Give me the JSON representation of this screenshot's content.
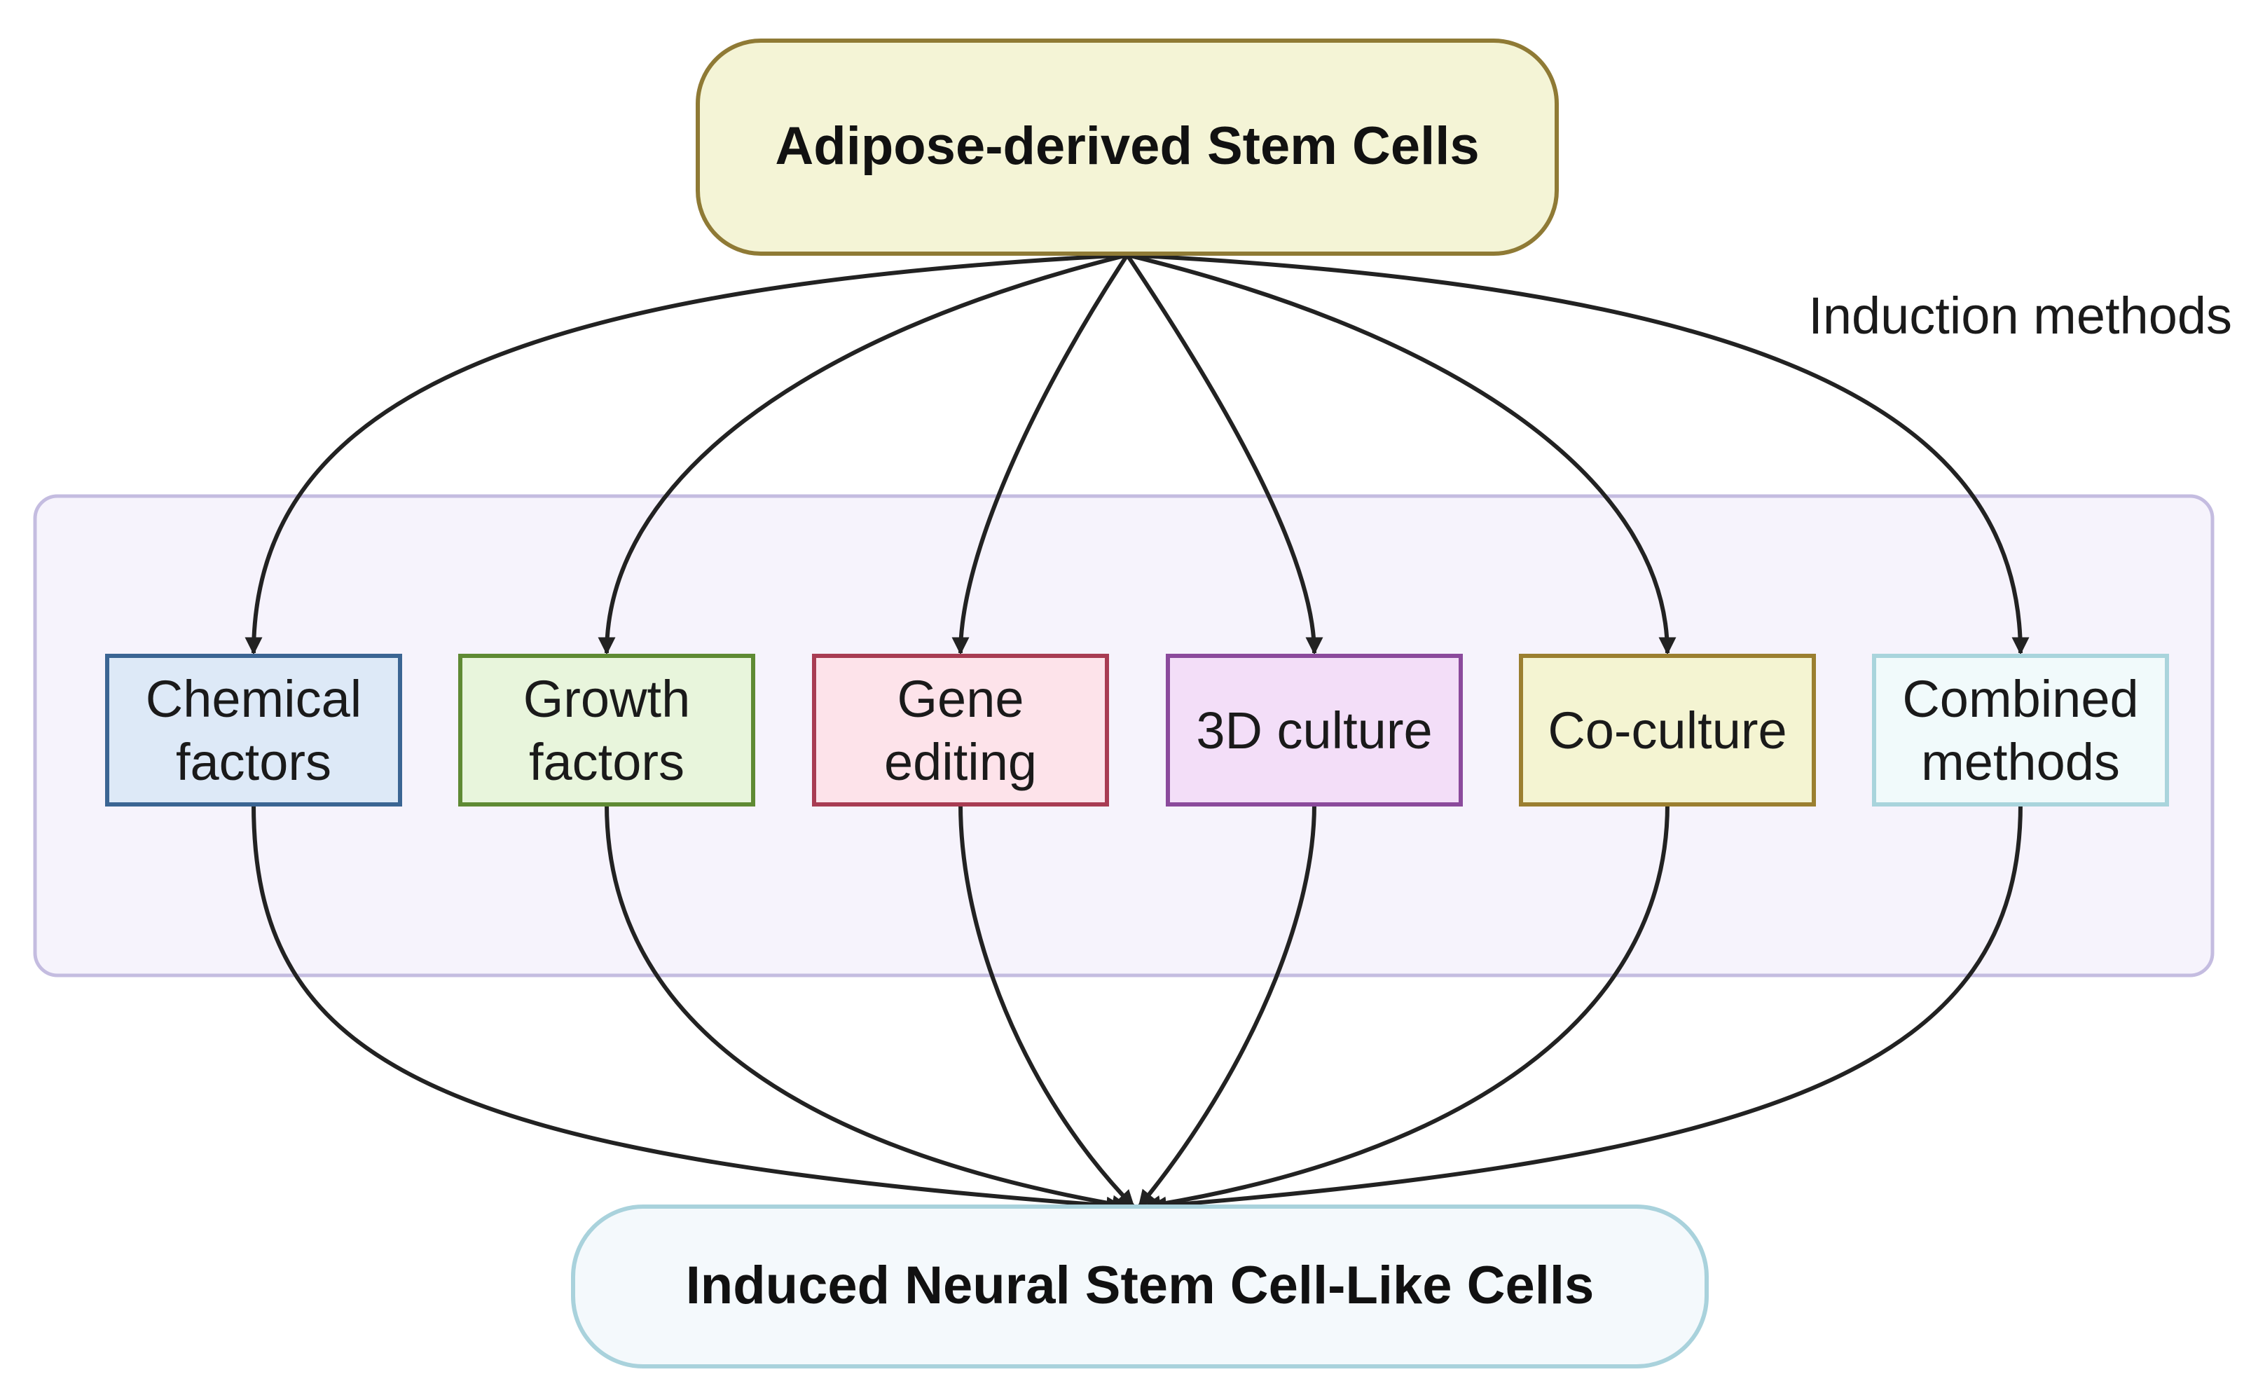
{
  "source_node": {
    "label": "Adipose-derived Stem Cells",
    "fill": "#f4f4d6",
    "stroke": "#8f7a35"
  },
  "target_node": {
    "label": "Induced Neural Stem Cell-Like Cells",
    "fill": "#f4f9fc",
    "stroke": "#a9d2dc"
  },
  "group": {
    "label": "Induction methods",
    "fill": "#f6f3fc",
    "stroke": "#c4bce0"
  },
  "methods": [
    {
      "lines": [
        "Chemical",
        "factors"
      ],
      "fill": "#dde9f7",
      "stroke": "#3b6593"
    },
    {
      "lines": [
        "Growth",
        "factors"
      ],
      "fill": "#e8f5dc",
      "stroke": "#5f8a34"
    },
    {
      "lines": [
        "Gene",
        "editing"
      ],
      "fill": "#fde3ea",
      "stroke": "#a83c53"
    },
    {
      "lines": [
        "3D culture"
      ],
      "fill": "#f3def8",
      "stroke": "#8b4a9c"
    },
    {
      "lines": [
        "Co-culture"
      ],
      "fill": "#f4f4d2",
      "stroke": "#9b7f30"
    },
    {
      "lines": [
        "Combined",
        "methods"
      ],
      "fill": "#f1fafb",
      "stroke": "#a9d4dc"
    }
  ],
  "edge_color": "#222222"
}
